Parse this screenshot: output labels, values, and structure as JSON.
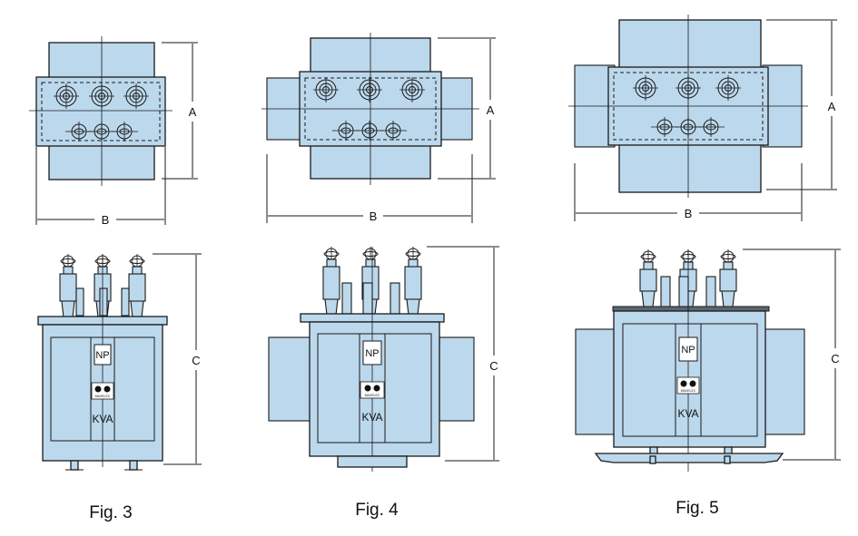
{
  "dimension_labels": {
    "a": "A",
    "b": "B",
    "c": "C"
  },
  "nameplate_label": "NP",
  "logo_text": "MAXELEC",
  "kva_label": "KVA",
  "figures": [
    {
      "caption": "Fig. 3"
    },
    {
      "caption": "Fig. 4"
    },
    {
      "caption": "Fig. 5"
    }
  ],
  "colors": {
    "body_fill": "#bcd8ec",
    "outline": "#1a1a1a"
  }
}
